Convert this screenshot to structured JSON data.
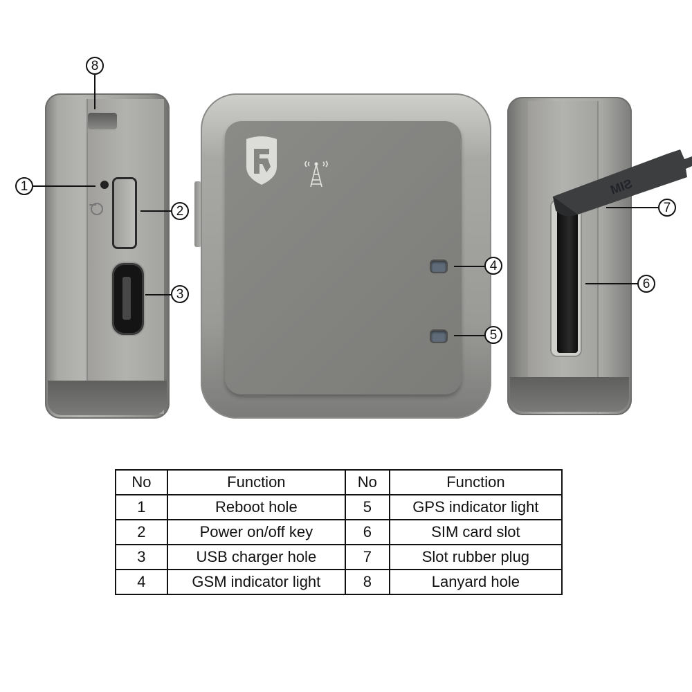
{
  "figure": {
    "views": [
      "left-side",
      "front",
      "right-side"
    ],
    "front_logo": "R",
    "plug_text": "SIM",
    "colors": {
      "body": "#9c9c99",
      "face": "#858582",
      "led": "#5f6b78",
      "plug": "#3c3e40",
      "line": "#111111"
    }
  },
  "callouts": [
    {
      "id": "c1",
      "label": "①"
    },
    {
      "id": "c2",
      "label": "②"
    },
    {
      "id": "c3",
      "label": "③"
    },
    {
      "id": "c4",
      "label": "④"
    },
    {
      "id": "c5",
      "label": "⑤"
    },
    {
      "id": "c6",
      "label": "⑥"
    },
    {
      "id": "c7",
      "label": "⑦"
    },
    {
      "id": "c8",
      "label": "⑧"
    }
  ],
  "table": {
    "headers": [
      "No",
      "Function",
      "No",
      "Function"
    ],
    "rows": [
      [
        "1",
        "Reboot hole",
        "5",
        "GPS indicator light"
      ],
      [
        "2",
        "Power on/off key",
        "6",
        "SIM card slot"
      ],
      [
        "3",
        "USB charger hole",
        "7",
        "Slot rubber plug"
      ],
      [
        "4",
        "GSM indicator light",
        "8",
        "Lanyard hole"
      ]
    ]
  }
}
